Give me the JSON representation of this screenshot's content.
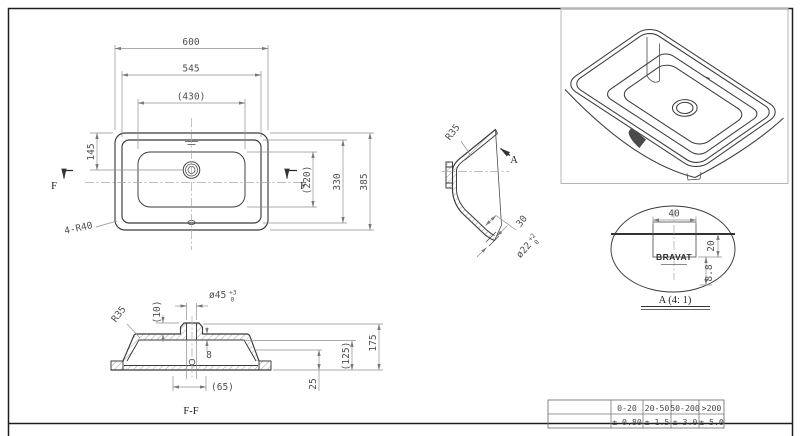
{
  "drawing": {
    "plan": {
      "d600": "600",
      "d545": "545",
      "d430": "(430)",
      "d145": "145",
      "d220": "(220)",
      "d330": "330",
      "d385": "385",
      "corner": "4-R40",
      "f_left": "F",
      "f_right": "F"
    },
    "ff": {
      "title": "F-F",
      "hole": "ø45",
      "hole_up": "+3",
      "hole_lo": "0",
      "d10": "(10)",
      "r35": "R35",
      "d8": "8",
      "d65": "(65)",
      "d25": "25",
      "d125": "(125)",
      "d175": "175"
    },
    "side": {
      "r35": "R35",
      "detail_marker": "A",
      "d30": "30",
      "drain": "ø22",
      "drain_up": "+2",
      "drain_lo": "0"
    },
    "detail": {
      "title": "A (4: 1)",
      "d40": "40",
      "d20": "20",
      "d88": "8.8",
      "logo": "BRAVAT"
    },
    "table": {
      "ranges": [
        "0-20",
        "20-50",
        "50-200",
        ">200"
      ],
      "tols": [
        "± 0.80",
        "± 1.5",
        "± 3.0",
        "± 5.0"
      ]
    }
  }
}
